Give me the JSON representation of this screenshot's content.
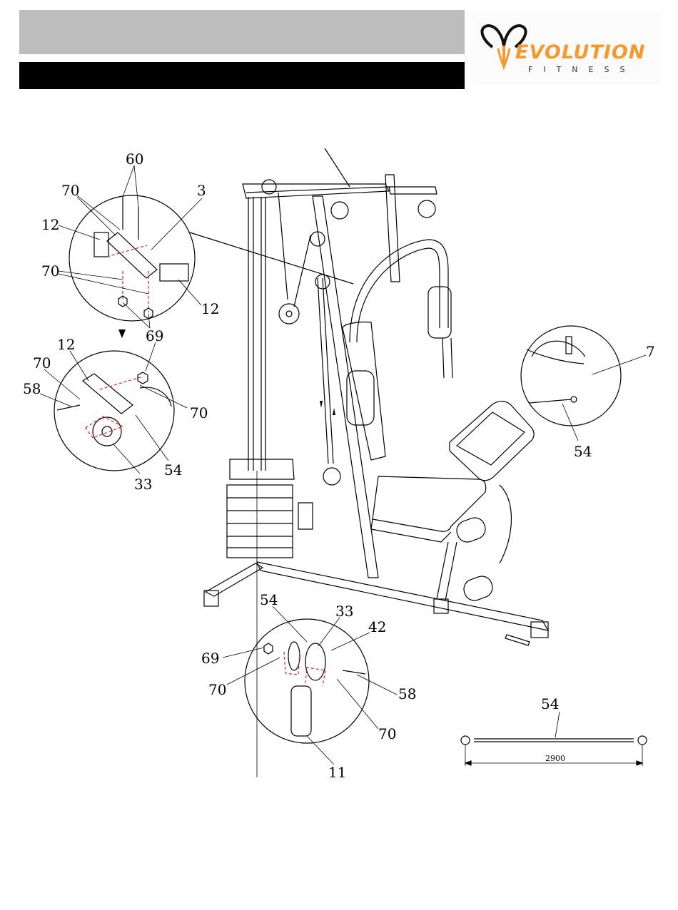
{
  "logo": {
    "brand": "EVOLUTION",
    "tagline": "FITNESS",
    "accent": "#f39a2a"
  },
  "callouts": {
    "top": {
      "c60": "60",
      "c70a": "70",
      "c3": "3",
      "c12a": "12",
      "c70b": "70",
      "c12b": "12",
      "c69": "69"
    },
    "mid": {
      "c12": "12",
      "c70a": "70",
      "c58": "58",
      "c70b": "70",
      "c54": "54",
      "c33": "33"
    },
    "right": {
      "c7": "7",
      "c54": "54"
    },
    "bottom": {
      "c54": "54",
      "c33": "33",
      "c42": "42",
      "c69": "69",
      "c70a": "70",
      "c58": "58",
      "c70b": "70",
      "c11": "11"
    },
    "cable": {
      "c54": "54",
      "length": "2900"
    }
  }
}
